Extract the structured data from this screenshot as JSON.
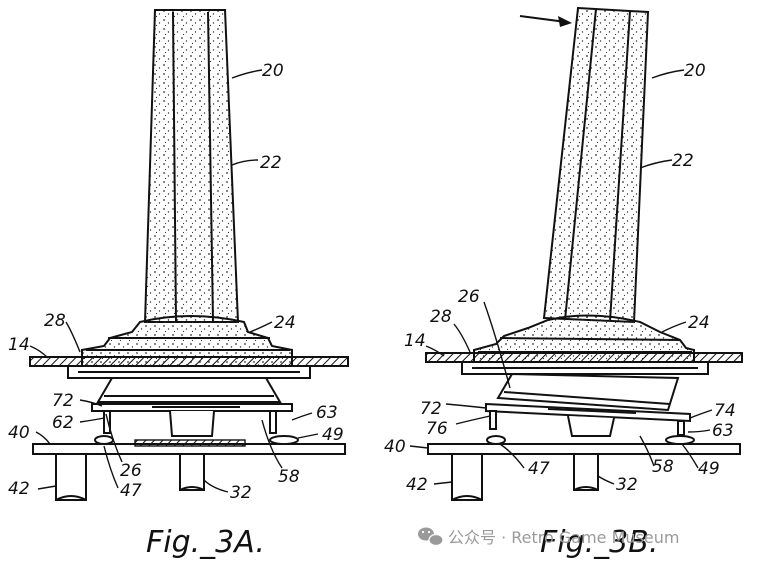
{
  "figures": [
    {
      "caption": "Fig._3A.",
      "labels": [
        "20",
        "22",
        "24",
        "28",
        "14",
        "72",
        "62",
        "40",
        "26",
        "47",
        "42",
        "32",
        "58",
        "63",
        "49"
      ]
    },
    {
      "caption": "Fig._3B.",
      "labels": [
        "20",
        "22",
        "24",
        "26",
        "28",
        "14",
        "72",
        "76",
        "40",
        "47",
        "42",
        "32",
        "58",
        "49",
        "74",
        "63"
      ]
    }
  ],
  "watermark": {
    "text": "公众号 · Retro Game Museum",
    "icon": "wechat-icon"
  },
  "colors": {
    "ink": "#111111",
    "paper": "#ffffff",
    "watermark": "#9a9a9a"
  }
}
